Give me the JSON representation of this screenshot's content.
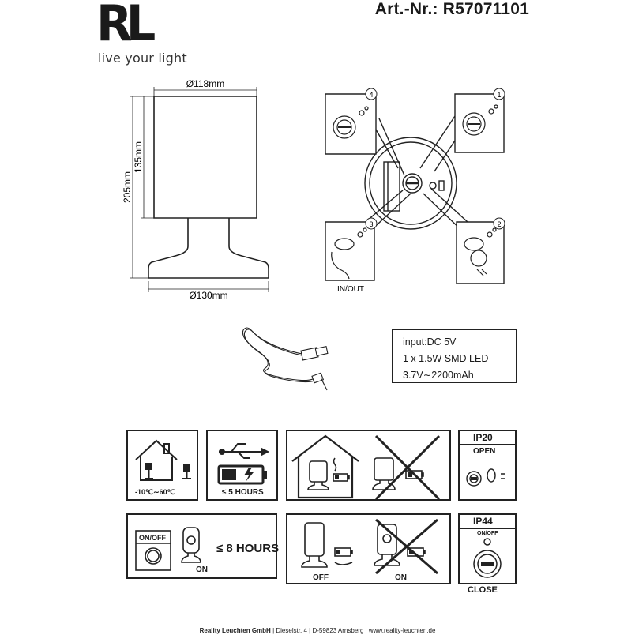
{
  "brand": {
    "logo": "RL",
    "tagline": "live your light"
  },
  "article": {
    "number": "Art.-Nr.: R57071101"
  },
  "drawing": {
    "dim_top_diameter": "Ø118mm",
    "dim_shade_height": "135mm",
    "dim_total_height": "205mm",
    "dim_base_diameter": "Ø130mm",
    "step_labels": [
      "1",
      "2",
      "3",
      "4"
    ],
    "port_label": "IN/OUT"
  },
  "specs": {
    "lines": [
      "input:DC 5V",
      "1 x 1.5W SMD LED",
      "3.7V∼2200mAh"
    ]
  },
  "icons": {
    "temperature_range": "-10℃∼60℃",
    "charge_time": "≤ 5 HOURS",
    "switch_label": "ON/OFF",
    "run_time": "≤ 8 HOURS",
    "on_label_1": "ON",
    "off_label": "OFF",
    "on_label_2": "ON",
    "ip_open": "IP20",
    "open_label": "OPEN",
    "ip_close": "IP44",
    "switch_label_small": "ON/OFF",
    "close_label": "CLOSE"
  },
  "footer": {
    "company": "Reality Leuchten GmbH",
    "address": " | Dieselstr. 4 | D-59823 Arnsberg | www.reality-leuchten.de"
  },
  "colors": {
    "ink": "#1a1a1a",
    "background": "#ffffff"
  }
}
